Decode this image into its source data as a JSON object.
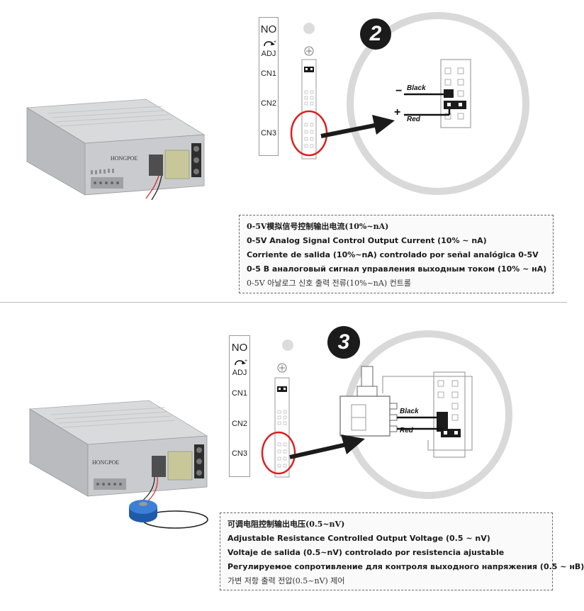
{
  "panel1": {
    "step_number": "2",
    "connector_labels": {
      "no": "NO",
      "adj": "ADJ",
      "cn1": "CN1",
      "cn2": "CN2",
      "cn3": "CN3"
    },
    "device_brand": "HONGPOE",
    "wires": {
      "black": "Black",
      "red": "Red",
      "minus": "−",
      "plus": "+"
    },
    "description_lines": [
      "0-5V模拟信号控制输出电流(10%~nA)",
      "0-5V Analog Signal Control Output Current (10% ~ nA)",
      "Corriente de salida (10%~nA) controlado por señal analógica 0-5V",
      "0-5 В аналоговый сигнал управления выходным током (10% ~ нА)",
      "0-5V 아날로그 신호 출력 전류(10%~nA) 컨트롤"
    ]
  },
  "panel2": {
    "step_number": "3",
    "connector_labels": {
      "no": "NO",
      "adj": "ADJ",
      "cn1": "CN1",
      "cn2": "CN2",
      "cn3": "CN3"
    },
    "device_brand": "HONGPOE",
    "wires": {
      "black": "Black",
      "red": "Red"
    },
    "description_lines": [
      "可调电阻控制输出电压(0.5~nV)",
      "Adjustable Resistance Controlled Output Voltage (0.5 ~ nV)",
      "Voltaje de salida (0.5~nV) controlado por resistencia ajustable",
      "Регулируемое сопротивление для контроля выходного напряжения (0.5 ~ нВ)",
      "가변 저항 출력 전압(0.5~nV) 제어"
    ]
  },
  "colors": {
    "highlight_ring": "#d92020",
    "badge": "#1b1b1b",
    "zoom_circle": "#d9d9d9"
  }
}
